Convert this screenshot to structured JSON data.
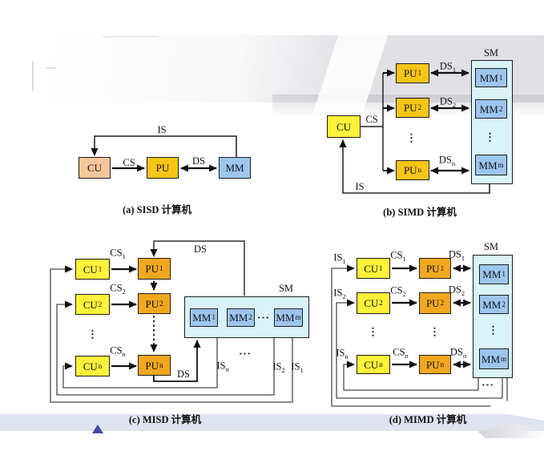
{
  "palette": {
    "cu_peach": "#f6c79b",
    "cu_yellow": "#fef23a",
    "pu_gold": "#f6c516",
    "pu_orange": "#f1a81f",
    "mm_blue": "#9dc6ef",
    "sm_cyan": "#d9f3f9",
    "footer_band": "#dfe2f0",
    "footer_triangle": "#3c4da8"
  },
  "sisd": {
    "cu": "CU",
    "pu": "PU",
    "mm": "MM",
    "is": "IS",
    "cs": "CS",
    "ds": "DS",
    "caption": "(a) SISD 计算机"
  },
  "simd": {
    "cu": "CU",
    "cs": "CS",
    "is": "IS",
    "sm": "SM",
    "dots_v": "⋮",
    "pu": [
      {
        "t": "PU",
        "s": "1"
      },
      {
        "t": "PU",
        "s": "2"
      },
      {
        "t": "PU",
        "s": "n"
      }
    ],
    "ds": [
      {
        "t": "DS",
        "s": "1"
      },
      {
        "t": "DS",
        "s": "2"
      },
      {
        "t": "DS",
        "s": "n"
      }
    ],
    "mm": [
      {
        "t": "MM",
        "s": "1"
      },
      {
        "t": "MM",
        "s": "2"
      },
      {
        "t": "MM",
        "s": "m"
      }
    ],
    "caption": "(b) SIMD 计算机"
  },
  "misd": {
    "cu": [
      {
        "t": "CU",
        "s": "1"
      },
      {
        "t": "CU",
        "s": "2"
      },
      {
        "t": "CU",
        "s": "n"
      }
    ],
    "pu": [
      {
        "t": "PU",
        "s": "1"
      },
      {
        "t": "PU",
        "s": "2"
      },
      {
        "t": "PU",
        "s": "n"
      }
    ],
    "cs": [
      {
        "t": "CS",
        "s": "1"
      },
      {
        "t": "CS",
        "s": "2"
      },
      {
        "t": "CS",
        "s": "n"
      }
    ],
    "mm": [
      {
        "t": "MM",
        "s": "1"
      },
      {
        "t": "MM",
        "s": "2"
      },
      {
        "t": "MM",
        "s": "m"
      }
    ],
    "is": [
      {
        "t": "IS",
        "s": "n"
      },
      {
        "t": "IS",
        "s": "2"
      },
      {
        "t": "IS",
        "s": "1"
      }
    ],
    "ds_top": "DS",
    "ds_bottom": "DS",
    "sm": "SM",
    "dots_v": "⋮",
    "dots_h": "···",
    "caption": "(c) MISD 计算机"
  },
  "mimd": {
    "is": [
      {
        "t": "IS",
        "s": "1"
      },
      {
        "t": "IS",
        "s": "2"
      },
      {
        "t": "IS",
        "s": "n"
      }
    ],
    "cu": [
      {
        "t": "CU",
        "s": "1"
      },
      {
        "t": "CU",
        "s": "2"
      },
      {
        "t": "CU",
        "s": "n"
      }
    ],
    "cs": [
      {
        "t": "CS",
        "s": "1"
      },
      {
        "t": "CS",
        "s": "2"
      },
      {
        "t": "CS",
        "s": "n"
      }
    ],
    "pu": [
      {
        "t": "PU",
        "s": "1"
      },
      {
        "t": "PU",
        "s": "2"
      },
      {
        "t": "PU",
        "s": "n"
      }
    ],
    "ds": [
      {
        "t": "DS",
        "s": "1"
      },
      {
        "t": "DS",
        "s": "2"
      },
      {
        "t": "DS",
        "s": "n"
      }
    ],
    "mm": [
      {
        "t": "MM",
        "s": "1"
      },
      {
        "t": "MM",
        "s": "2"
      },
      {
        "t": "MM",
        "s": "m"
      }
    ],
    "sm": "SM",
    "dots_v": "⋮",
    "dots_h": "···",
    "caption": "(d) MIMD 计算机"
  }
}
